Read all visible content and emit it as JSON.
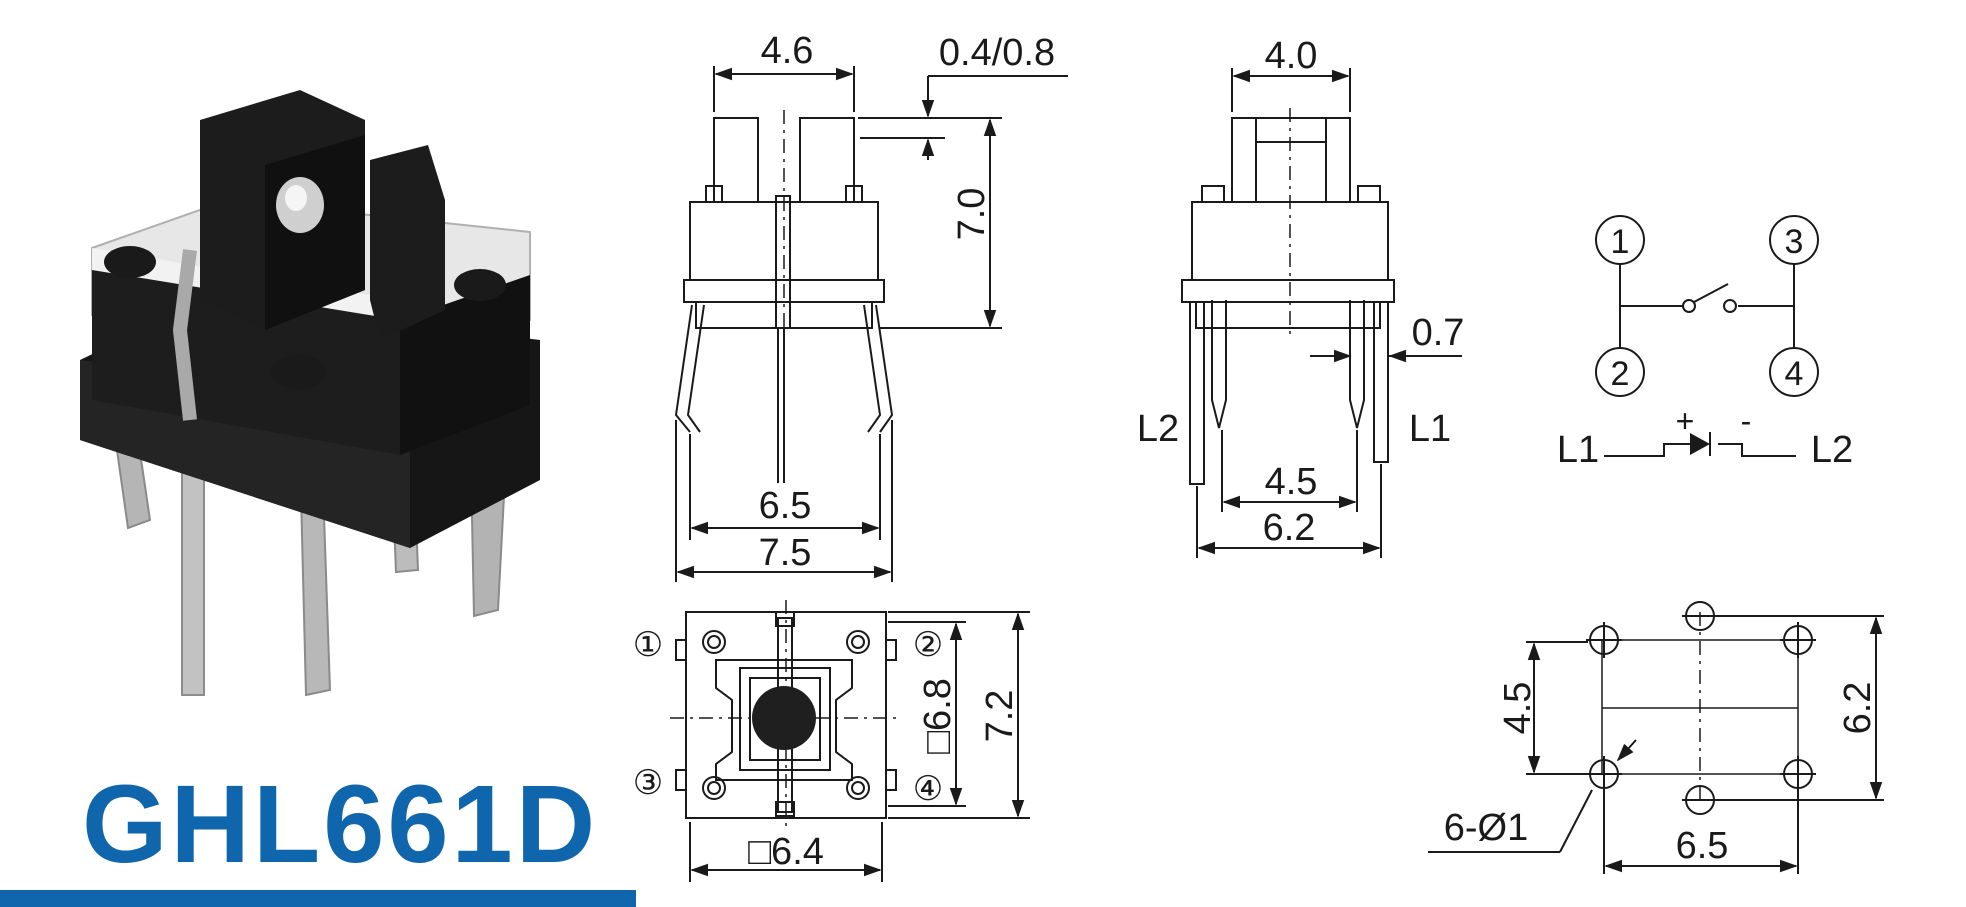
{
  "model": "GHL661D",
  "colors": {
    "brand": "#0f66ad",
    "line": "#1a1a1a",
    "component_body": "#1b1b1b",
    "insulator": "#ebebeb",
    "pin_metal": "#b9b9b9"
  },
  "front_view": {
    "top_width": "4.6",
    "offset": "0.4/0.8",
    "height": "7.0",
    "inner_width": "6.5",
    "outer_width": "7.5"
  },
  "side_view": {
    "top_width": "4.0",
    "pin_thickness": "0.7",
    "pin_left": "L2",
    "pin_right": "L1",
    "inner_width": "4.5",
    "outer_width": "6.2"
  },
  "top_view": {
    "pin_labels": [
      "①",
      "②",
      "③",
      "④"
    ],
    "body_square": "□6.8",
    "height": "7.2",
    "width": "□6.4"
  },
  "schematic": {
    "pins": [
      "1",
      "2",
      "3",
      "4"
    ],
    "led_left": "L1",
    "led_right": "L2",
    "plus": "+",
    "minus": "-"
  },
  "pcb_footprint": {
    "row_spacing": "4.5",
    "height": "6.2",
    "width": "6.5",
    "holes": "6-Ø1"
  }
}
